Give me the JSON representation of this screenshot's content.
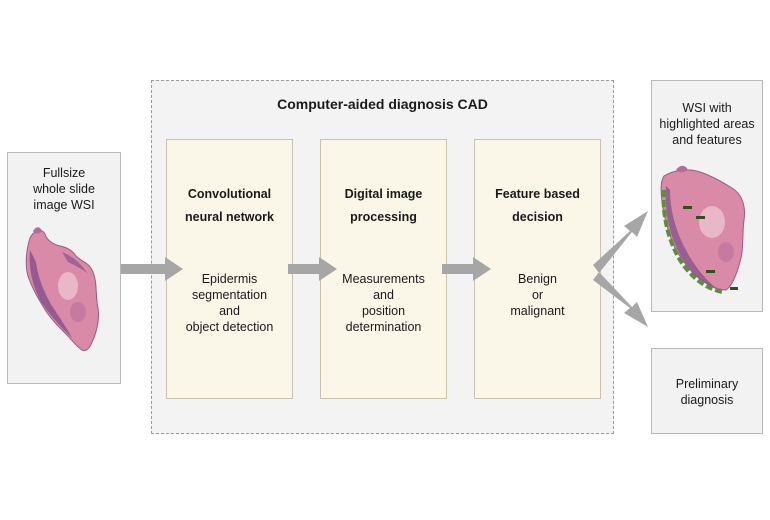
{
  "cad": {
    "title": "Computer-aided diagnosis CAD"
  },
  "input": {
    "label": "Fullsize\nwhole slide\nimage WSI"
  },
  "stages": [
    {
      "title": "Convolutional\nneural network",
      "body": "Epidermis\nsegmentation\nand\nobject detection"
    },
    {
      "title": "Digital image\nprocessing",
      "body": "Measurements\nand\nposition\ndetermination"
    },
    {
      "title": "Feature based\ndecision",
      "body": "Benign\nor\nmalignant"
    }
  ],
  "outputs": {
    "wsi": {
      "label": "WSI with\nhighlighted areas\nand features"
    },
    "diagnosis": {
      "label": "Preliminary\ndiagnosis"
    }
  },
  "colors": {
    "arrow": "#a6a6a6",
    "tissue": "#d98aa6",
    "highlight": "#5d8f3a"
  }
}
